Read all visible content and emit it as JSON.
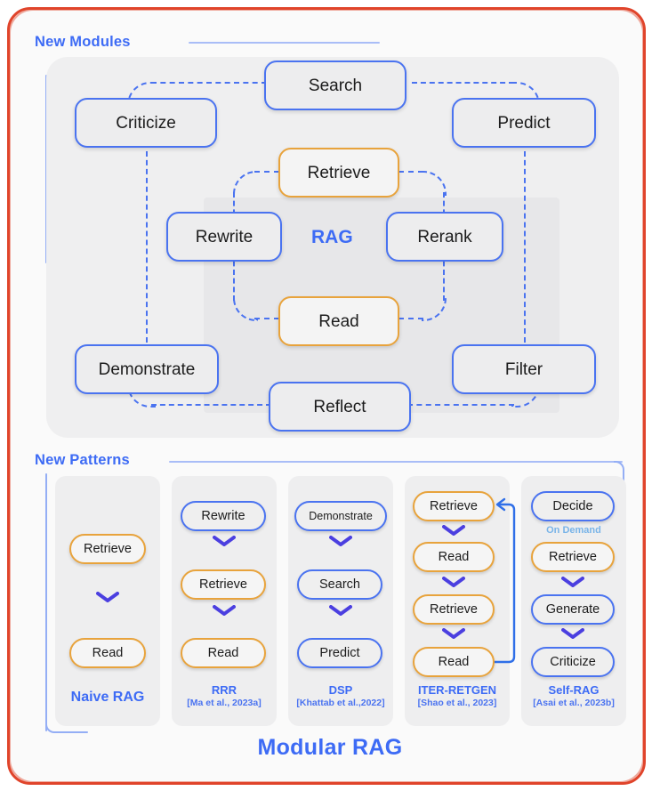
{
  "figure": {
    "bottom_title": "Modular RAG",
    "frame_color": "#e0442b",
    "accent_blue": "#3d6bf5",
    "node_blue": "#4a73f0",
    "node_orange": "#e8a33c",
    "ondemand_blue": "#79b4e8"
  },
  "modules_section": {
    "label": "New Modules",
    "center_label": "RAG",
    "outer_nodes": [
      {
        "label": "Search",
        "color": "blue"
      },
      {
        "label": "Criticize",
        "color": "blue"
      },
      {
        "label": "Predict",
        "color": "blue"
      },
      {
        "label": "Demonstrate",
        "color": "blue"
      },
      {
        "label": "Filter",
        "color": "blue"
      },
      {
        "label": "Reflect",
        "color": "blue"
      }
    ],
    "core_nodes": [
      {
        "label": "Retrieve",
        "color": "orange"
      },
      {
        "label": "Rewrite",
        "color": "blue"
      },
      {
        "label": "Rerank",
        "color": "blue"
      },
      {
        "label": "Read",
        "color": "orange"
      }
    ]
  },
  "patterns_section": {
    "label": "New Patterns",
    "columns": [
      {
        "title": "Naive RAG",
        "citation": "",
        "steps": [
          {
            "label": "Retrieve",
            "color": "orange"
          },
          {
            "label": "Read",
            "color": "orange"
          }
        ]
      },
      {
        "title": "RRR",
        "citation": "[Ma et al., 2023a]",
        "steps": [
          {
            "label": "Rewrite",
            "color": "blue"
          },
          {
            "label": "Retrieve",
            "color": "orange"
          },
          {
            "label": "Read",
            "color": "orange"
          }
        ]
      },
      {
        "title": "DSP",
        "citation": "[Khattab et al.,2022]",
        "steps": [
          {
            "label": "Demonstrate",
            "color": "blue"
          },
          {
            "label": "Search",
            "color": "blue"
          },
          {
            "label": "Predict",
            "color": "blue"
          }
        ]
      },
      {
        "title": "ITER-RETGEN",
        "citation": "[Shao et al., 2023]",
        "steps": [
          {
            "label": "Retrieve",
            "color": "orange"
          },
          {
            "label": "Read",
            "color": "orange"
          },
          {
            "label": "Retrieve",
            "color": "orange"
          },
          {
            "label": "Read",
            "color": "orange"
          }
        ],
        "has_feedback_loop": true
      },
      {
        "title": "Self-RAG",
        "citation": "[Asai et al., 2023b]",
        "annotation": "On Demand",
        "steps": [
          {
            "label": "Decide",
            "color": "blue"
          },
          {
            "label": "Retrieve",
            "color": "orange"
          },
          {
            "label": "Generate",
            "color": "blue"
          },
          {
            "label": "Criticize",
            "color": "blue"
          }
        ]
      }
    ]
  }
}
